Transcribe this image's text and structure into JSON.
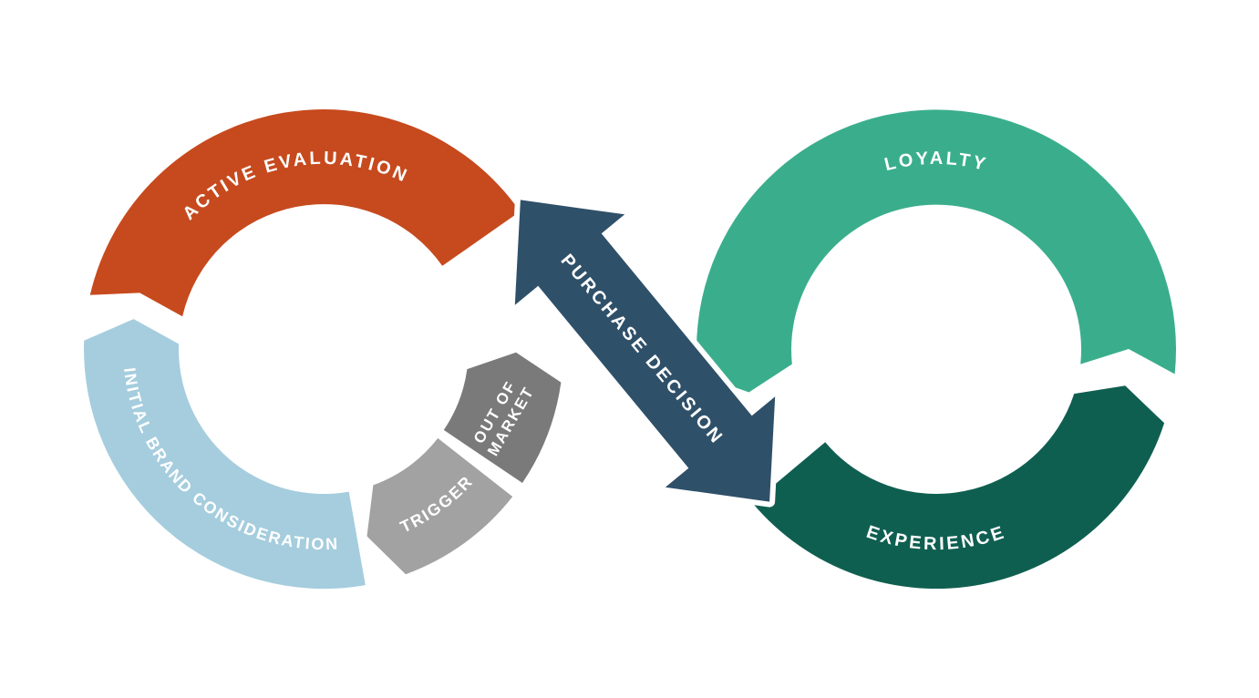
{
  "canvas": {
    "background": "#FFFFFF",
    "text_color": "#FFFFFF"
  },
  "segments": {
    "active_evaluation": {
      "label": "ACTIVE EVALUATION",
      "color": "#C64A1E"
    },
    "initial_brand_consideration": {
      "label": "INITIAL BRAND CONSIDERATION",
      "color": "#A5CDDE"
    },
    "trigger": {
      "label": "TRIGGER",
      "color": "#A2A2A2"
    },
    "out_of_market": {
      "label_line1": "OUT OF",
      "label_line2": "MARKET",
      "color": "#7A7A7A"
    },
    "purchase_decision": {
      "label": "PURCHASE DECISION",
      "color": "#2F5069"
    },
    "loyalty": {
      "label": "LOYALTY",
      "color": "#3AAE8C"
    },
    "experience": {
      "label": "EXPERIENCE",
      "color": "#0F5F51"
    }
  }
}
